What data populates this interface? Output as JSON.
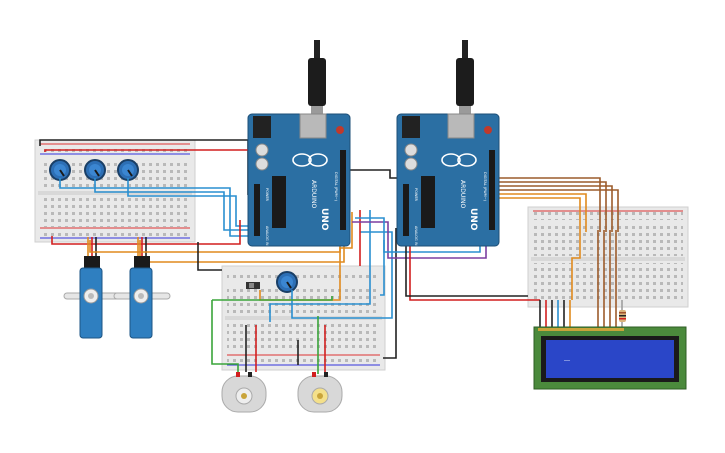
{
  "boards": [
    {
      "id": "arduino-left",
      "model_text": "ARDUINO",
      "uno_text": "UNO",
      "digital_text": "DIGITAL (PWM~)",
      "analog_text": "ANALOG IN",
      "power_text": "POWER"
    },
    {
      "id": "arduino-right",
      "model_text": "ARDUINO",
      "uno_text": "UNO",
      "digital_text": "DIGITAL (PWM~)",
      "analog_text": "ANALOG IN",
      "power_text": "POWER"
    }
  ],
  "lcd": {
    "text": "_"
  },
  "colors": {
    "arduino": "#2b6fa3",
    "breadboard": "#e8e8e8",
    "lcd_panel": "#2a46c8",
    "lcd_pcb": "#4b8a3c",
    "wire_red": "#d21f1f",
    "wire_black": "#222222",
    "wire_orange": "#e08a1e",
    "wire_blue": "#2a8fd0",
    "wire_green": "#3aa53a",
    "wire_brown": "#9c5b2b",
    "wire_purple": "#7b3fa0",
    "servo": "#2f7fc0",
    "motor": "#d8d8d8"
  },
  "icons": [
    "potentiometer-icon",
    "servo-icon",
    "dc-motor-icon",
    "usb-cable-icon",
    "resistor-icon",
    "slide-switch-icon"
  ]
}
